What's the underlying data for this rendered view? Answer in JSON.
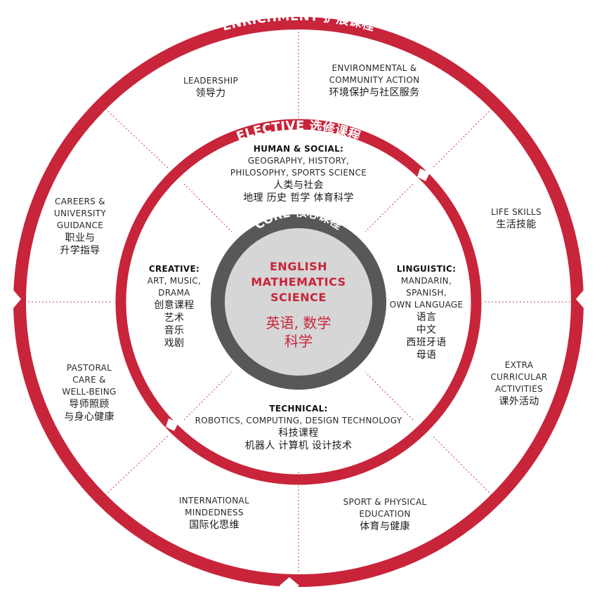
{
  "rings": {
    "enrichment": "ENRICHMENT 扩展课程",
    "elective": "ELECTIVE 选修课程",
    "core": "CORE 核心课程"
  },
  "core": {
    "en": [
      "ENGLISH",
      "MATHEMATICS",
      "SCIENCE"
    ],
    "zh": [
      "英语, 数学",
      "科学"
    ]
  },
  "elective": {
    "human_social": {
      "heading": "HUMAN & SOCIAL:",
      "en": [
        "GEOGRAPHY, HISTORY,",
        "PHILOSOPHY, SPORTS SCIENCE"
      ],
      "zh": [
        "人类与社会",
        "地理 历史 哲学 体育科学"
      ]
    },
    "creative": {
      "heading": "CREATIVE:",
      "en": [
        "ART, MUSIC,",
        "DRAMA"
      ],
      "zh": [
        "创意课程",
        "艺术",
        "音乐",
        "戏剧"
      ]
    },
    "linguistic": {
      "heading": "LINGUISTIC:",
      "en": [
        "MANDARIN,",
        "SPANISH,",
        "OWN LANGUAGE"
      ],
      "zh": [
        "语言",
        "中文",
        "西班牙语",
        "母语"
      ]
    },
    "technical": {
      "heading": "TECHNICAL:",
      "en": [
        "ROBOTICS, COMPUTING, DESIGN TECHNOLOGY"
      ],
      "zh": [
        "科技课程",
        "机器人 计算机 设计技术"
      ]
    }
  },
  "enrichment": {
    "leadership": {
      "en": [
        "LEADERSHIP"
      ],
      "zh": [
        "领导力"
      ]
    },
    "environmental": {
      "en": [
        "ENVIRONMENTAL &",
        "COMMUNITY ACTION"
      ],
      "zh": [
        "环境保护与社区服务"
      ]
    },
    "careers": {
      "en": [
        "CAREERS &",
        "UNIVERSITY",
        "GUIDANCE"
      ],
      "zh": [
        "职业与",
        "升学指导"
      ]
    },
    "life_skills": {
      "en": [
        "LIFE SKILLS"
      ],
      "zh": [
        "生活技能"
      ]
    },
    "pastoral": {
      "en": [
        "PASTORAL",
        "CARE &",
        "WELL-BEING"
      ],
      "zh": [
        "导师照顾",
        "与身心健康"
      ]
    },
    "extra": {
      "en": [
        "EXTRA",
        "CURRICULAR",
        "ACTIVITIES"
      ],
      "zh": [
        "课外活动"
      ]
    },
    "international": {
      "en": [
        "INTERNATIONAL",
        "MINDEDNESS"
      ],
      "zh": [
        "国际化思维"
      ]
    },
    "sport": {
      "en": [
        "SPORT & PHYSICAL",
        "EDUCATION"
      ],
      "zh": [
        "体育与健康"
      ]
    }
  },
  "colors": {
    "accent": "#c8243a",
    "core_ring": "#58585a",
    "core_fill": "#d6d6d6",
    "divider": "#d23a4e"
  }
}
